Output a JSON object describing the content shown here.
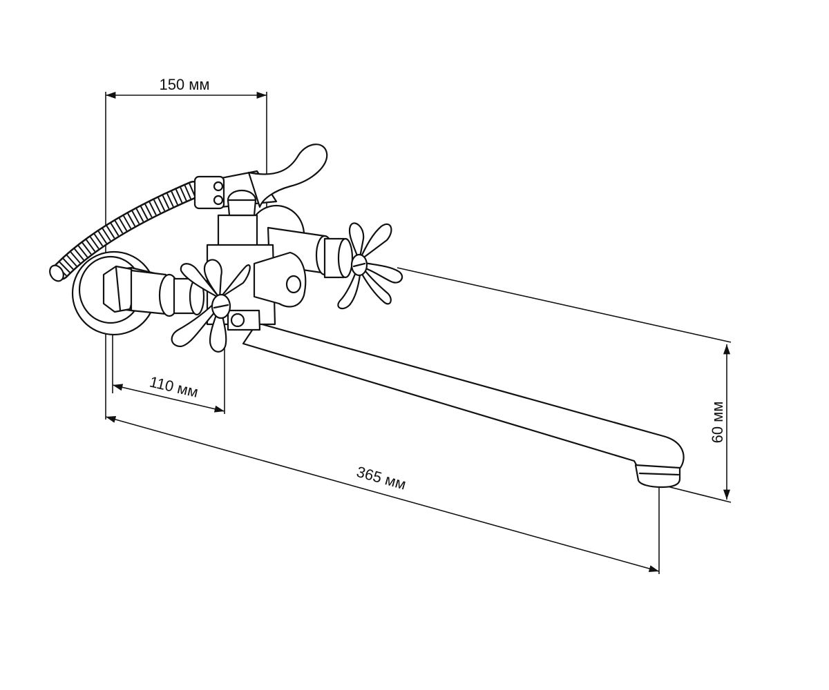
{
  "dimensions": {
    "wall_to_shower_mount": "150 мм",
    "wall_to_valve": "110 мм",
    "spout_length": "365 мм",
    "spout_drop": "60 мм"
  },
  "colors": {
    "line": "#111111",
    "background": "#ffffff"
  }
}
